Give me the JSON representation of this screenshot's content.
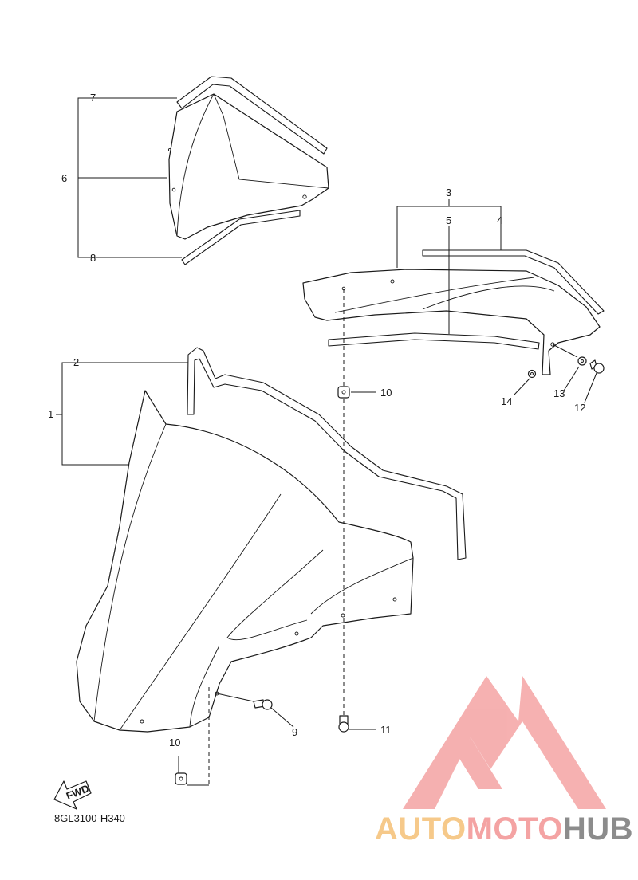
{
  "callouts": {
    "n1": "1",
    "n2": "2",
    "n3": "3",
    "n4": "4",
    "n5": "5",
    "n6": "6",
    "n7": "7",
    "n8": "8",
    "n9": "9",
    "n10a": "10",
    "n10b": "10",
    "n11": "11",
    "n12": "12",
    "n13": "13",
    "n14": "14"
  },
  "fwd_label": "FWD",
  "diagram_code": "8GL3100-H340",
  "watermark": {
    "part1": "AUTO",
    "part2": "MOTO",
    "part3": "HUB"
  },
  "colors": {
    "line": "#1a1a1a",
    "logo_pink": "#f4a3a3",
    "logo_orange": "#f6c98a",
    "logo_gray": "#8c8c8c"
  }
}
